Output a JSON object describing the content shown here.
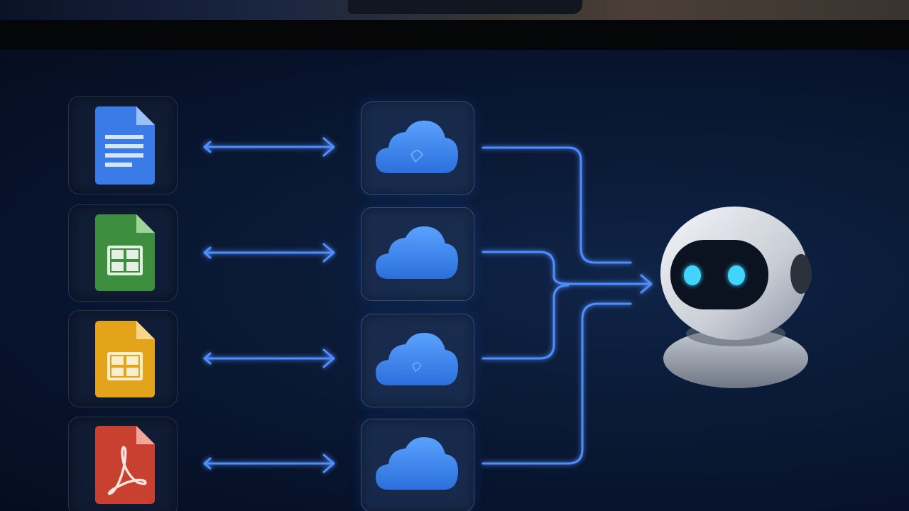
{
  "file_sources": [
    {
      "id": "doc",
      "icon": "document-icon",
      "color": "#3b7be8",
      "fold": "#9cc0f7"
    },
    {
      "id": "sheet",
      "icon": "spreadsheet-icon",
      "color": "#3d8f3f",
      "fold": "#9fd49a"
    },
    {
      "id": "slides",
      "icon": "slides-icon",
      "color": "#e3a41c",
      "fold": "#f6d687"
    },
    {
      "id": "pdf",
      "icon": "pdf-icon",
      "color": "#c8402f",
      "fold": "#f0a598"
    }
  ],
  "cloud_nodes": [
    {
      "icon": "cloud-icon"
    },
    {
      "icon": "cloud-icon"
    },
    {
      "icon": "cloud-icon"
    },
    {
      "icon": "cloud-icon"
    }
  ],
  "target": {
    "icon": "robot-icon",
    "eye_color": "#3fd4ff"
  },
  "colors": {
    "wire": "#4f8dff",
    "wire_glow": "#2f6bff",
    "cloud": "#3f8cf0",
    "background": "#0a1a36"
  }
}
